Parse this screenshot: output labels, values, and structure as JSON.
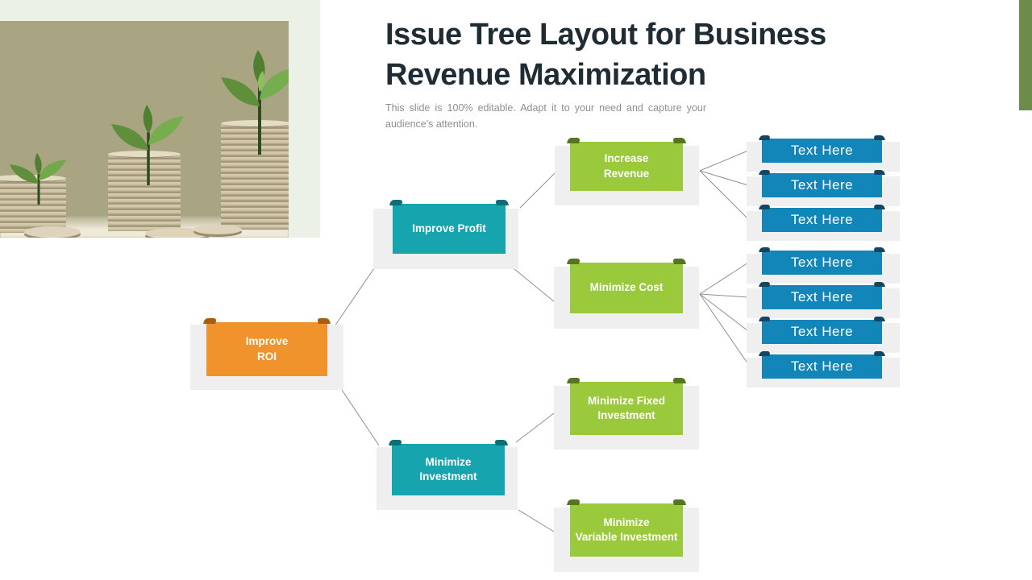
{
  "header": {
    "title": "Issue Tree Layout for Business Revenue Maximization",
    "subtitle": "This slide is 100% editable. Adapt it to your need and capture your audience's attention."
  },
  "nodes": {
    "roi": {
      "label": "Improve\nROI"
    },
    "profit": {
      "label": "Improve Profit"
    },
    "investment": {
      "label": "Minimize\nInvestment"
    },
    "revenue": {
      "label": "Increase\nRevenue"
    },
    "cost": {
      "label": "Minimize Cost"
    },
    "fixed": {
      "label": "Minimize Fixed\nInvestment"
    },
    "variable": {
      "label": "Minimize\nVariable Investment"
    }
  },
  "leaves": [
    "Text Here",
    "Text Here",
    "Text Here",
    "Text Here",
    "Text Here",
    "Text Here",
    "Text Here"
  ],
  "colors": {
    "orange": "#f0932d",
    "teal": "#16a4af",
    "green": "#9aca3c",
    "blue": "#1286b8",
    "shadow_gray": "#efefef",
    "photo_panel": "#ecf1e7",
    "accent_bar": "#6d8c49",
    "title_text": "#1f2c33",
    "subtitle_text": "#8f8f8f",
    "connector": "#8f8f8f"
  }
}
